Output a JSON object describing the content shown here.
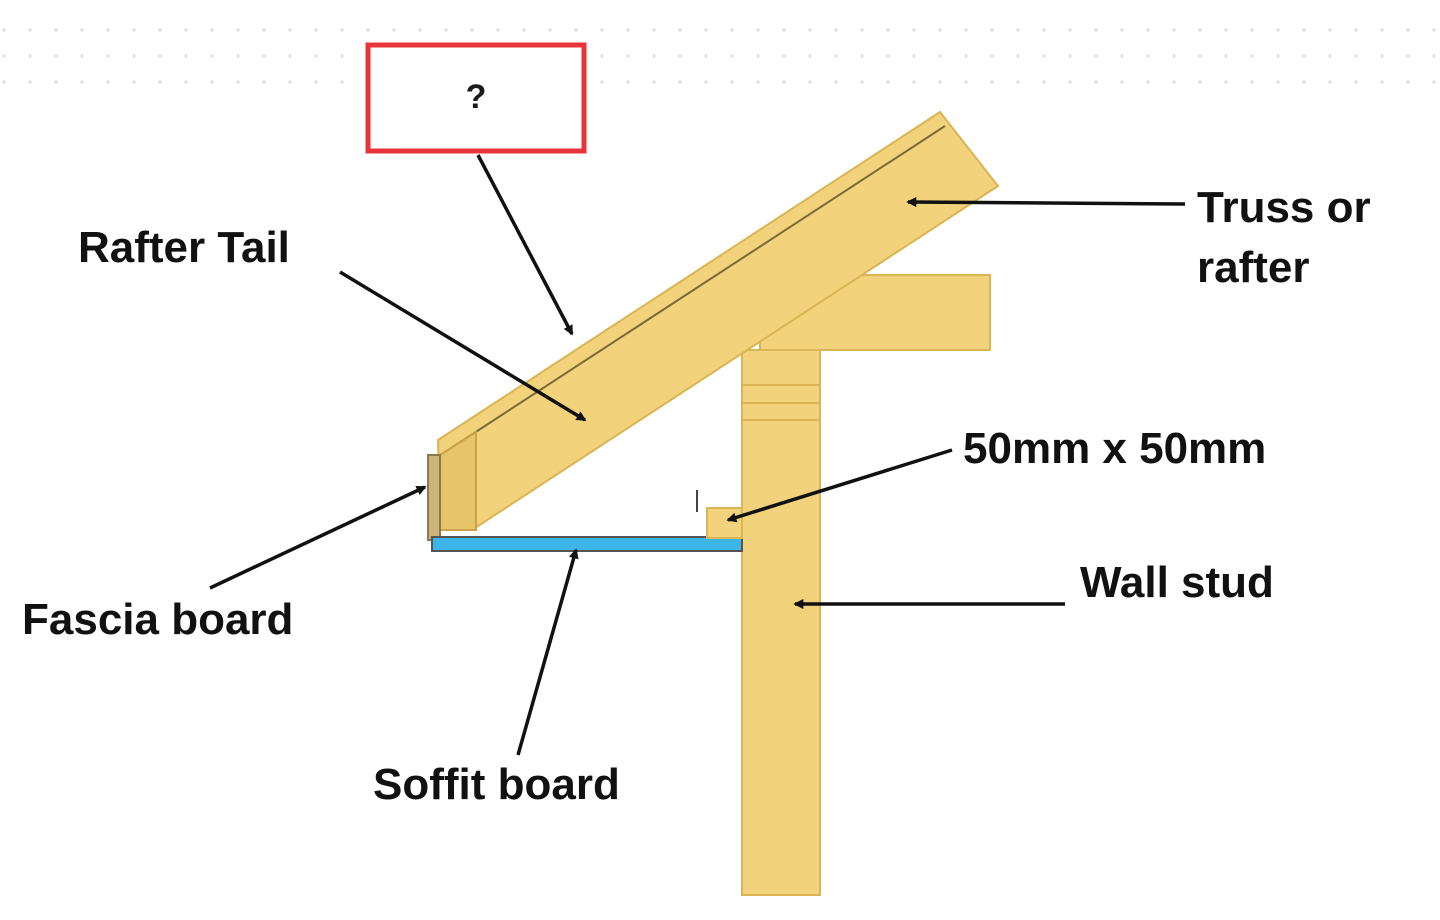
{
  "diagram": {
    "question_box": {
      "text": "?",
      "border_color": "#e8333a"
    },
    "labels": {
      "rafter_tail": "Rafter Tail",
      "truss_line1": "Truss or",
      "truss_line2": "rafter",
      "block_size": "50mm x 50mm",
      "wall_stud": "Wall stud",
      "fascia_board": "Fascia board",
      "soffit_board": "Soffit board"
    },
    "colors": {
      "timber": "#f2d27a",
      "timber_edge": "#d9b556",
      "timber_dark": "#c9a24a",
      "soffit": "#3bb6e6",
      "arrow": "#111111",
      "background_dots": "#dcdcdc"
    }
  }
}
